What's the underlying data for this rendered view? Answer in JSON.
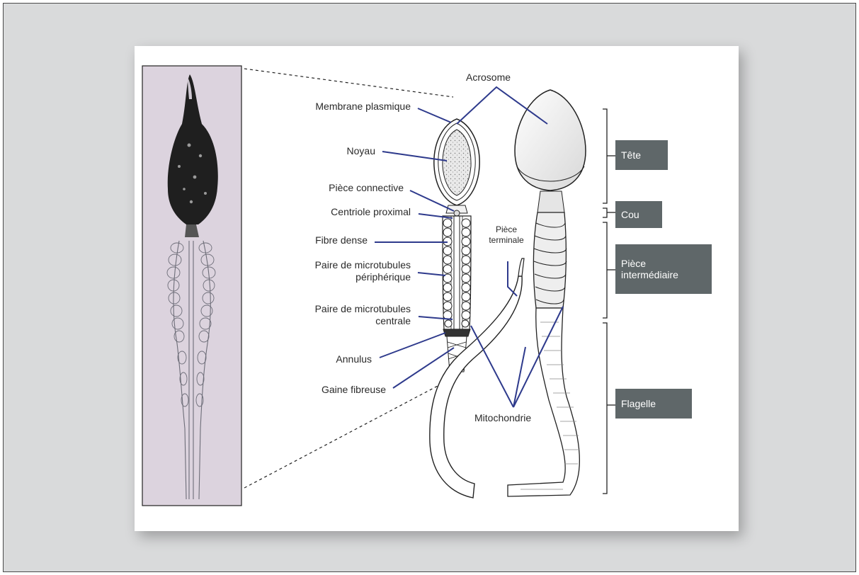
{
  "labels": {
    "acrosome": "Acrosome",
    "membrane": "Membrane plasmique",
    "noyau": "Noyau",
    "piece_connective": "Pièce connective",
    "centriole": "Centriole proximal",
    "fibre_dense": "Fibre dense",
    "paire_peri_1": "Paire de microtubules",
    "paire_peri_2": "périphérique",
    "paire_cent_1": "Paire de microtubules",
    "paire_cent_2": "centrale",
    "annulus": "Annulus",
    "gaine": "Gaine fibreuse",
    "piece_terminale_1": "Pièce",
    "piece_terminale_2": "terminale",
    "mitochondrie": "Mitochondrie"
  },
  "regions": {
    "tete": "Tête",
    "cou": "Cou",
    "piece_inter_1": "Pièce",
    "piece_inter_2": "intermédiaire",
    "flagelle": "Flagelle"
  },
  "colors": {
    "background": "#d9dadb",
    "card": "#ffffff",
    "leader_line": "#2e3a8c",
    "region_box": "#5f6769",
    "photo_bg": "#d8cfdc",
    "photo_head": "#1e1e1e"
  }
}
